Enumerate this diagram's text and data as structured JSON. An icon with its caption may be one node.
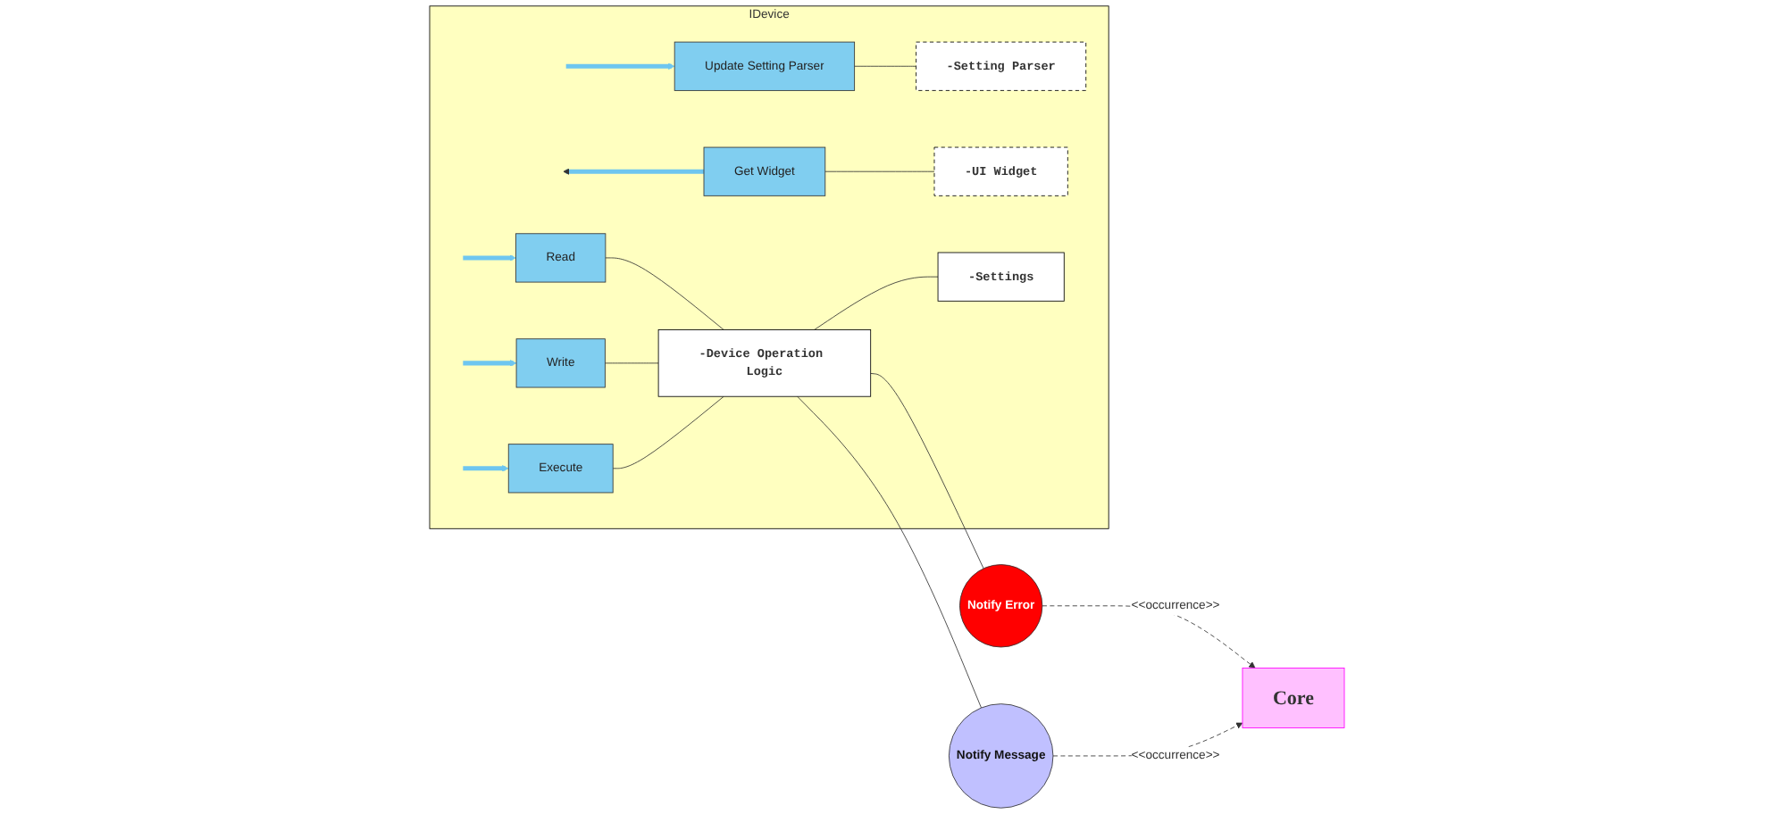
{
  "diagram": {
    "nodes": [
      {
        "text": [
          "Core"
        ]
      },
      {
        "text": [
          "IDevice"
        ]
      },
      {
        "text": [
          "Read"
        ],
        "in": 1
      },
      {
        "text": [
          "Write"
        ],
        "in": 1
      },
      {
        "text": [
          "Execute"
        ],
        "in": 1
      },
      {
        "text": [
          "-Device Operation Logic"
        ],
        "in": 1
      },
      {
        "text": [
          "-Settings"
        ],
        "in": 1
      },
      {
        "text": [
          "Update Setting Parser"
        ],
        "in": 1
      },
      {
        "text": [
          "-Setting Parser"
        ],
        "in": 1
      },
      {
        "text": [
          "Get Widget"
        ],
        "in": 1
      },
      {
        "text": [
          "-UI Widget"
        ],
        "in": 1
      },
      {
        "text": [
          "Notify Error"
        ]
      },
      {
        "text": [
          "Notify Message"
        ]
      }
    ],
    "edges": [
      {
        "from": null,
        "to": 2,
        "arrow": "to",
        "style": "thick",
        "color": "#6ec6f0"
      },
      {
        "from": null,
        "to": 3,
        "arrow": "to",
        "style": "thick",
        "color": "#6ec6f0"
      },
      {
        "from": null,
        "to": 4,
        "arrow": "to",
        "style": "thick",
        "color": "#6ec6f0"
      },
      {
        "from": null,
        "to": 7,
        "arrow": "to",
        "style": "thick",
        "color": "#6ec6f0"
      },
      {
        "from": 9,
        "to": null,
        "arrow": "to",
        "style": "thick",
        "color": "#6ec6f0"
      },
      {
        "from": 2,
        "to": 5,
        "arrow": "none"
      },
      {
        "from": 3,
        "to": 5,
        "arrow": "none"
      },
      {
        "from": 4,
        "to": 5,
        "arrow": "none"
      },
      {
        "from": 5,
        "to": 6,
        "arrow": "none"
      },
      {
        "from": 7,
        "to": 8,
        "arrow": "none"
      },
      {
        "from": 9,
        "to": 10,
        "arrow": "none"
      },
      {
        "from": 5,
        "to": 11,
        "arrow": "none"
      },
      {
        "from": 5,
        "to": 12,
        "arrow": "none"
      },
      {
        "from": 12,
        "to": 0,
        "arrow": "to",
        "style": "dashed",
        "label": "<<occurrence>>"
      },
      {
        "from": 11,
        "to": 0,
        "arrow": "to",
        "style": "dashed",
        "label": "<<occurrence>>"
      }
    ]
  }
}
